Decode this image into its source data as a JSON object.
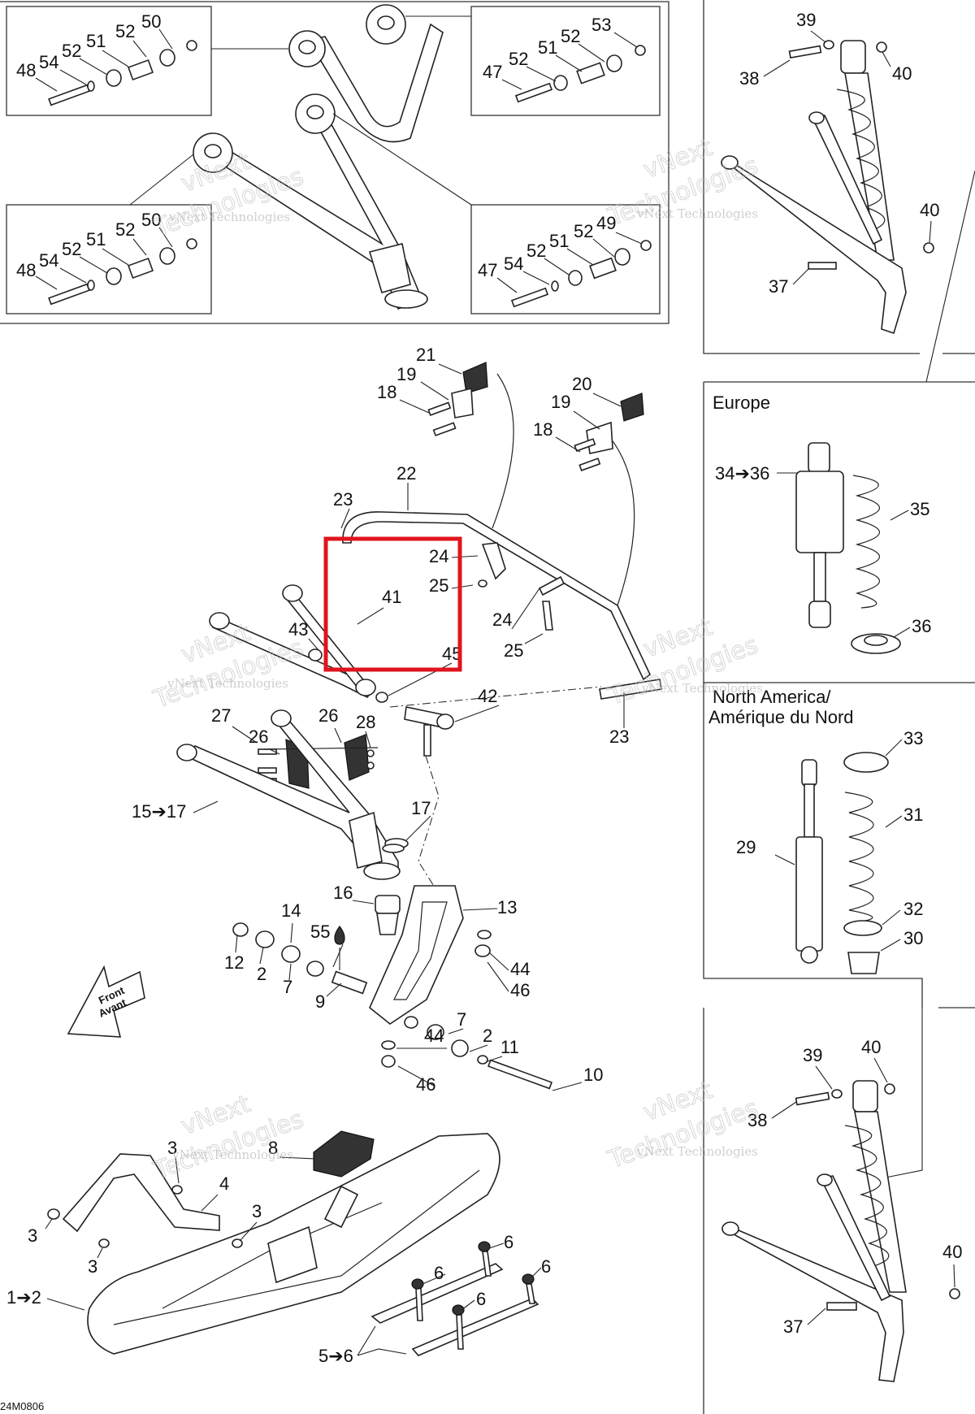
{
  "diagram": {
    "ref_code": "24M0806",
    "watermark_small": "vNext Technologies",
    "watermark_big": "Technologies",
    "watermark_prefix": "vNext",
    "panels": {
      "europe": "Europe",
      "north_america_1": "North America/",
      "north_america_2": "Amérique du Nord"
    },
    "front_arrow": {
      "line1": "Front",
      "line2": "Avant"
    },
    "callouts": {
      "tl_48": "48",
      "tl_54": "54",
      "tl_52a": "52",
      "tl_51": "51",
      "tl_52b": "52",
      "tl_50": "50",
      "bl_48": "48",
      "bl_54": "54",
      "bl_52a": "52",
      "bl_51": "51",
      "bl_52b": "52",
      "bl_50": "50",
      "tr_47": "47",
      "tr_52a": "52",
      "tr_51": "51",
      "tr_52b": "52",
      "tr_53": "53",
      "br_47": "47",
      "br_54": "54",
      "br_52a": "52",
      "br_51": "51",
      "br_52b": "52",
      "br_49": "49",
      "sh1_39": "39",
      "sh1_38": "38",
      "sh1_40a": "40",
      "sh1_40b": "40",
      "sh1_37": "37",
      "c21": "21",
      "c19a": "19",
      "c18a": "18",
      "c20": "20",
      "c19b": "19",
      "c18b": "18",
      "c22": "22",
      "c23a": "23",
      "c24a": "24",
      "c25a": "25",
      "c41": "41",
      "c24b": "24",
      "c25b": "25",
      "c43": "43",
      "c45": "45",
      "c42": "42",
      "c23b": "23",
      "c27": "27",
      "c26a": "26",
      "c26b": "26",
      "c28": "28",
      "c15_17": "15➔17",
      "c17": "17",
      "c16": "16",
      "c13": "13",
      "c14": "14",
      "c55": "55",
      "c12": "12",
      "c2a": "2",
      "c7a": "7",
      "c9": "9",
      "c44a": "44",
      "c46a": "46",
      "c7b": "7",
      "c2b": "2",
      "c11": "11",
      "c44b": "44",
      "c46b": "46",
      "c10": "10",
      "eu_34_36": "34➔36",
      "eu_35": "35",
      "eu_36": "36",
      "na_33": "33",
      "na_31": "31",
      "na_29": "29",
      "na_32": "32",
      "na_30": "30",
      "sh2_39": "39",
      "sh2_40a": "40",
      "sh2_38": "38",
      "sh2_40b": "40",
      "sh2_37": "37",
      "c8": "8",
      "c3a": "3",
      "c4": "4",
      "c3b": "3",
      "c3c": "3",
      "c3d": "3",
      "c1_2": "1➔2",
      "c6a": "6",
      "c6b": "6",
      "c6c": "6",
      "c6d": "6",
      "c5_6": "5➔6"
    }
  }
}
